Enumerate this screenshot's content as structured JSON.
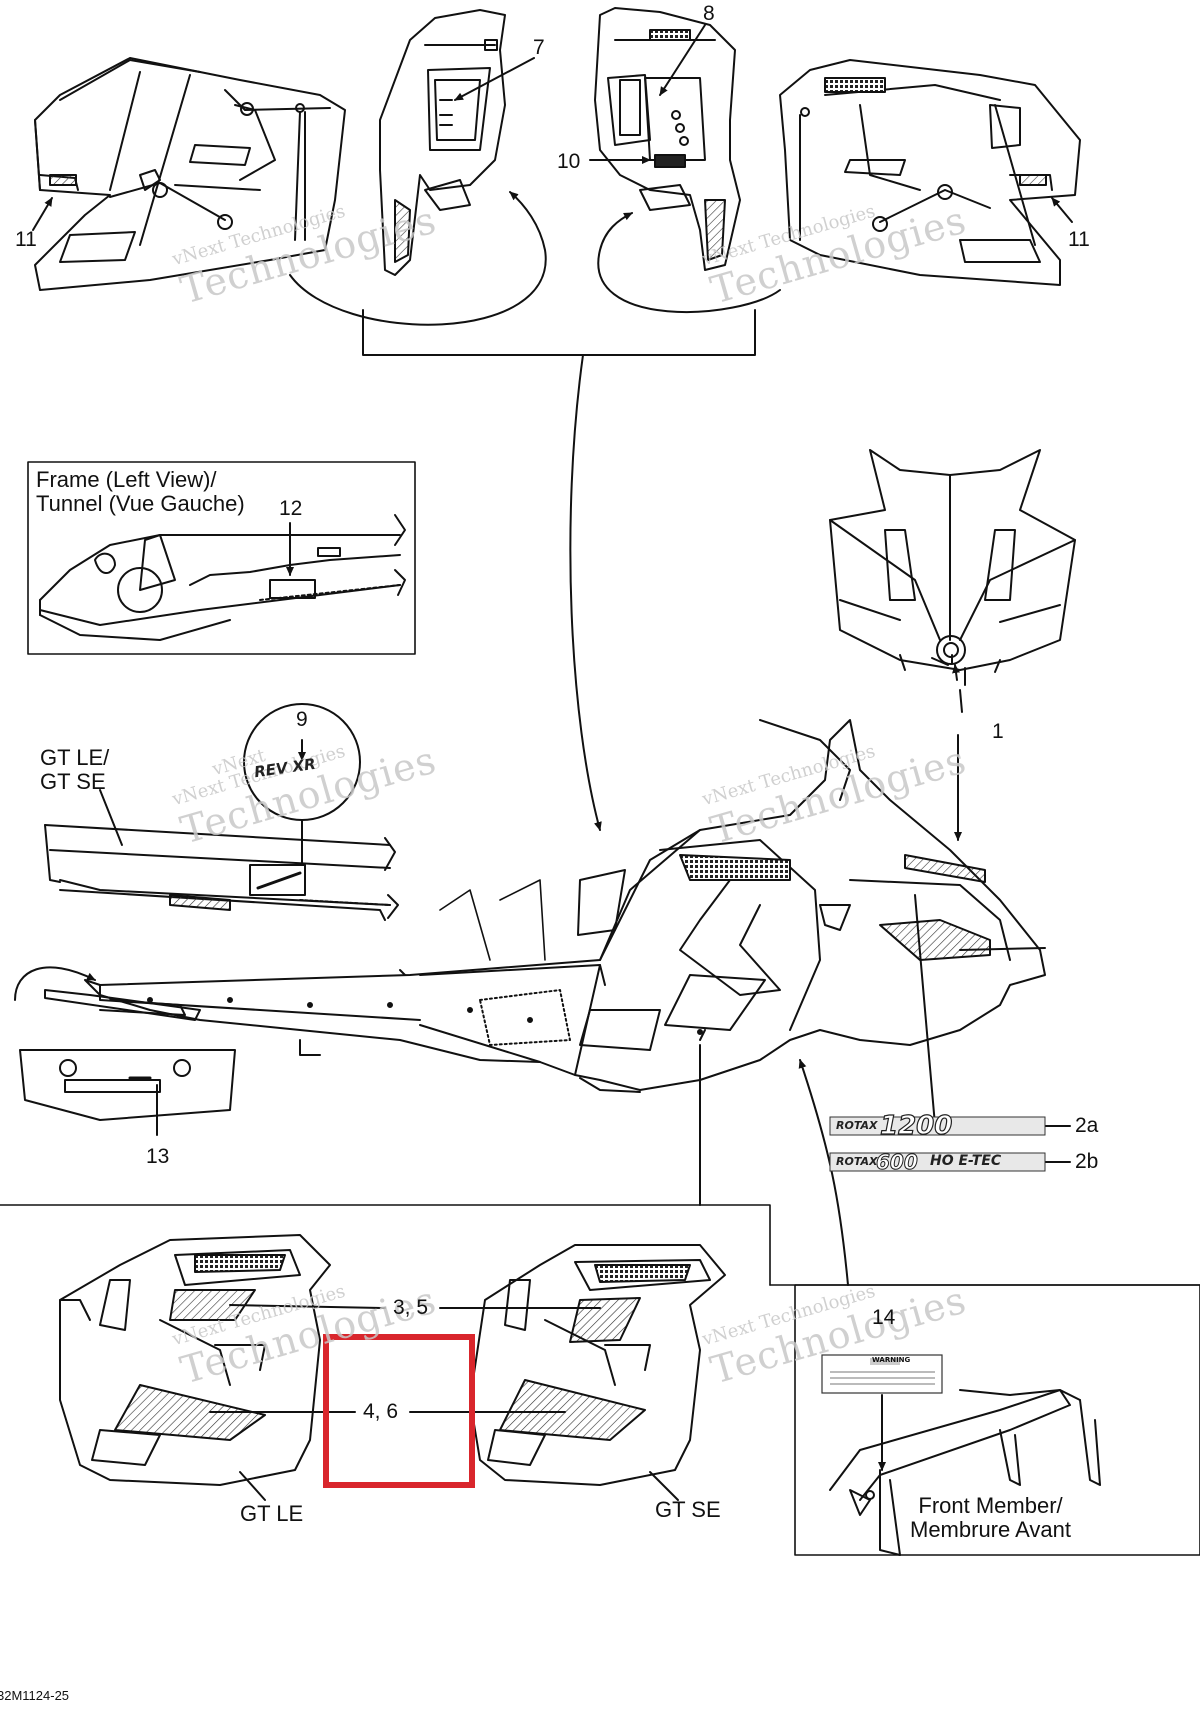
{
  "callouts": {
    "c1": "1",
    "c2a": "2a",
    "c2b": "2b",
    "c35": "3, 5",
    "c46": "4, 6",
    "c7": "7",
    "c8": "8",
    "c9": "9",
    "c10": "10",
    "c11_left": "11",
    "c11_right": "11",
    "c12": "12",
    "c13": "13",
    "c14": "14"
  },
  "labels": {
    "frame_view_line1": "Frame (Left View)/",
    "frame_view_line2": "Tunnel (Vue Gauche)",
    "gt_le_se_line1": "GT LE/",
    "gt_le_se_line2": "GT SE",
    "gt_le": "GT LE",
    "gt_se": "GT SE",
    "front_member_line1": "Front Member/",
    "front_member_line2": "Membrure Avant"
  },
  "decals": {
    "rotax_1200_brand": "ROTAX",
    "rotax_1200_model": "1200",
    "rotax_600_brand": "ROTAX",
    "rotax_600_model": "600",
    "rotax_600_suffix": "HO E-TEC",
    "warning_label": "WARNING",
    "rev_xr_logo": "REV XR"
  },
  "watermark": {
    "line1": "vNext Technologies",
    "line2": "Technologies",
    "line_top": "vNext"
  },
  "figure_code": "32M1124-25",
  "colors": {
    "line": "#111111",
    "highlight_box": "#d9262c",
    "watermark": "#c8c8c8"
  }
}
